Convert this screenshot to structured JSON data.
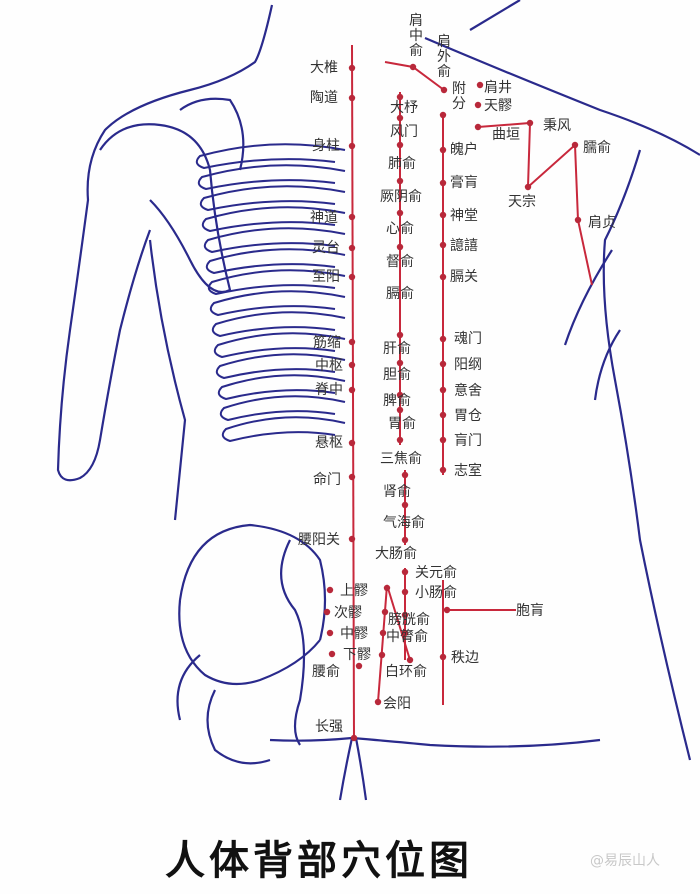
{
  "title": "人体背部穴位图",
  "watermark": "@易辰山人",
  "colors": {
    "meridian": "#c8283c",
    "outline": "#2a2a8c",
    "point": "#b8283a"
  },
  "governor_vessel": [
    "大椎",
    "陶道",
    "身柱",
    "神道",
    "灵台",
    "至阳",
    "筋缩",
    "中枢",
    "脊中",
    "悬枢",
    "命门",
    "腰阳关",
    "长强"
  ],
  "bladder_inner": [
    "大杼",
    "风门",
    "肺俞",
    "厥阴俞",
    "心俞",
    "督俞",
    "膈俞",
    "肝俞",
    "胆俞",
    "脾俞",
    "胃俞",
    "三焦俞",
    "肾俞",
    "气海俞",
    "大肠俞",
    "关元俞",
    "小肠俞",
    "膀胱俞",
    "中膂俞",
    "白环俞"
  ],
  "bladder_outer": [
    "附分",
    "魄户",
    "膏肓",
    "神堂",
    "譩譆",
    "膈关",
    "魂门",
    "阳纲",
    "意舍",
    "胃仓",
    "肓门",
    "志室",
    "胞肓",
    "秩边"
  ],
  "sacral": [
    "上髎",
    "次髎",
    "中髎",
    "下髎",
    "会阳",
    "腰俞"
  ],
  "shoulder": [
    "肩中俞",
    "肩外俞",
    "肩井",
    "天髎",
    "曲垣",
    "秉风",
    "天宗",
    "臑俞",
    "肩贞"
  ]
}
